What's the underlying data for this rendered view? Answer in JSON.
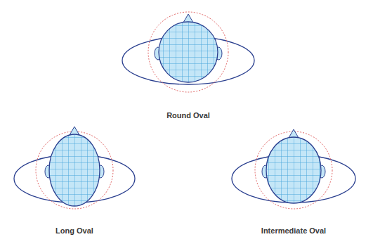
{
  "diagram": {
    "labels": [
      "Round Oval",
      "Long Oval",
      "Intermediate Oval"
    ]
  }
}
